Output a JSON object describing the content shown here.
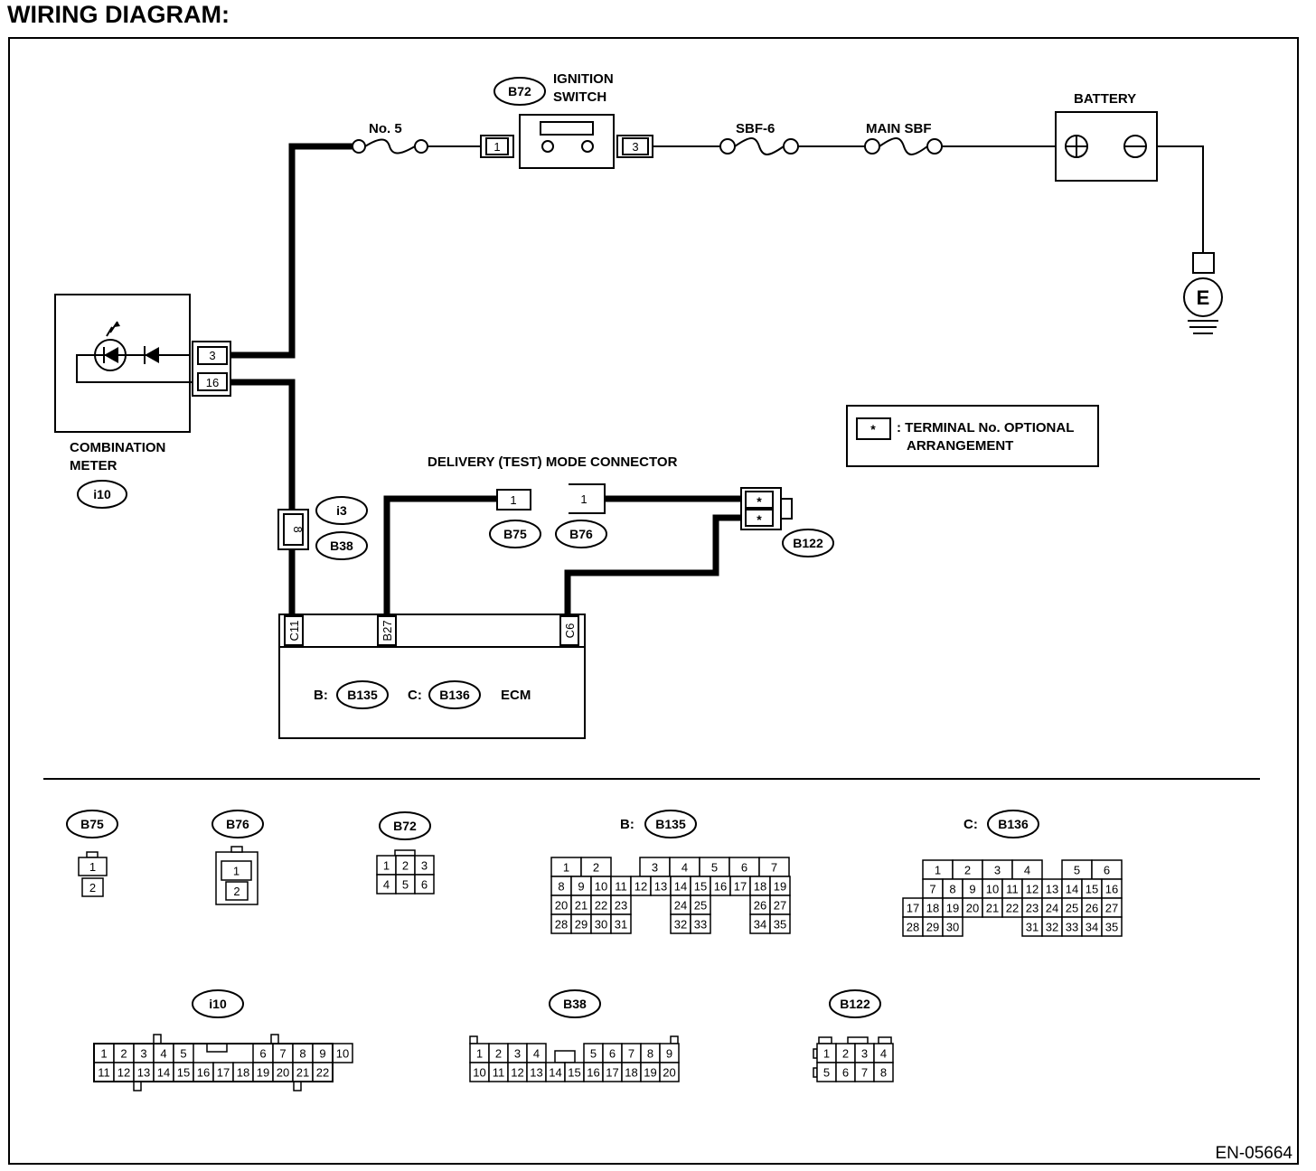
{
  "title": "WIRING DIAGRAM:",
  "footer_code": "EN-05664",
  "legend": {
    "symbol": "*",
    "line1": ": TERMINAL No. OPTIONAL",
    "line2": "ARRANGEMENT"
  },
  "components": {
    "fuse_no5": "No. 5",
    "ignition_switch": {
      "code": "B72",
      "line1": "IGNITION",
      "line2": "SWITCH",
      "pin_left": "1",
      "pin_right": "3"
    },
    "sbf6": "SBF-6",
    "main_sbf": "MAIN SBF",
    "battery": "BATTERY",
    "ground": "E",
    "combination_meter": {
      "line1": "COMBINATION",
      "line2": "METER",
      "code": "i10",
      "pin_top": "3",
      "pin_bottom": "16"
    },
    "junction": {
      "pin": "8",
      "code1": "i3",
      "code2": "B38"
    },
    "delivery_connector": {
      "label": "DELIVERY (TEST) MODE CONNECTOR",
      "b75": "B75",
      "b76": "B76",
      "pin_b75": "1",
      "pin_b76": "1"
    },
    "b122": {
      "code": "B122",
      "pin1": "*",
      "pin2": "*"
    },
    "ecm": {
      "pin_c11": "C11",
      "pin_b27": "B27",
      "pin_c6": "C6",
      "b_prefix": "B:",
      "b_code": "B135",
      "c_prefix": "C:",
      "c_code": "B136",
      "name": "ECM"
    }
  },
  "connector_views": {
    "b75": {
      "code": "B75",
      "pins": [
        "1",
        "2"
      ]
    },
    "b76": {
      "code": "B76",
      "pins": [
        "1",
        "2"
      ]
    },
    "b72": {
      "code": "B72",
      "pins": [
        "1",
        "2",
        "3",
        "4",
        "5",
        "6"
      ]
    },
    "b135": {
      "prefix": "B:",
      "code": "B135",
      "row1": [
        "1",
        "2",
        "",
        "3",
        "4",
        "5",
        "6",
        "7"
      ],
      "row2": [
        "8",
        "9",
        "10",
        "11",
        "12",
        "13",
        "14",
        "15",
        "16",
        "17",
        "18",
        "19"
      ],
      "row3": [
        "20",
        "21",
        "22",
        "23",
        "24",
        "25",
        "26",
        "27"
      ],
      "row4": [
        "28",
        "29",
        "30",
        "31",
        "32",
        "33",
        "34",
        "35"
      ]
    },
    "b136": {
      "prefix": "C:",
      "code": "B136",
      "row1": [
        "1",
        "2",
        "3",
        "4",
        "5",
        "6"
      ],
      "row2": [
        "7",
        "8",
        "9",
        "10",
        "11",
        "12",
        "13",
        "14",
        "15",
        "16"
      ],
      "row3": [
        "17",
        "18",
        "19",
        "20",
        "21",
        "22",
        "23",
        "24",
        "25",
        "26",
        "27"
      ],
      "row4": [
        "28",
        "29",
        "30",
        "31",
        "32",
        "33",
        "34",
        "35"
      ]
    },
    "i10": {
      "code": "i10",
      "row1": [
        "1",
        "2",
        "3",
        "4",
        "5",
        "6",
        "7",
        "8",
        "9",
        "10"
      ],
      "row2": [
        "11",
        "12",
        "13",
        "14",
        "15",
        "16",
        "17",
        "18",
        "19",
        "20",
        "21",
        "22"
      ]
    },
    "b38": {
      "code": "B38",
      "row1": [
        "1",
        "2",
        "3",
        "4",
        "5",
        "6",
        "7",
        "8",
        "9"
      ],
      "row2": [
        "10",
        "11",
        "12",
        "13",
        "14",
        "15",
        "16",
        "17",
        "18",
        "19",
        "20"
      ]
    },
    "b122v": {
      "code": "B122",
      "row1": [
        "1",
        "2",
        "3",
        "4"
      ],
      "row2": [
        "5",
        "6",
        "7",
        "8"
      ]
    }
  }
}
